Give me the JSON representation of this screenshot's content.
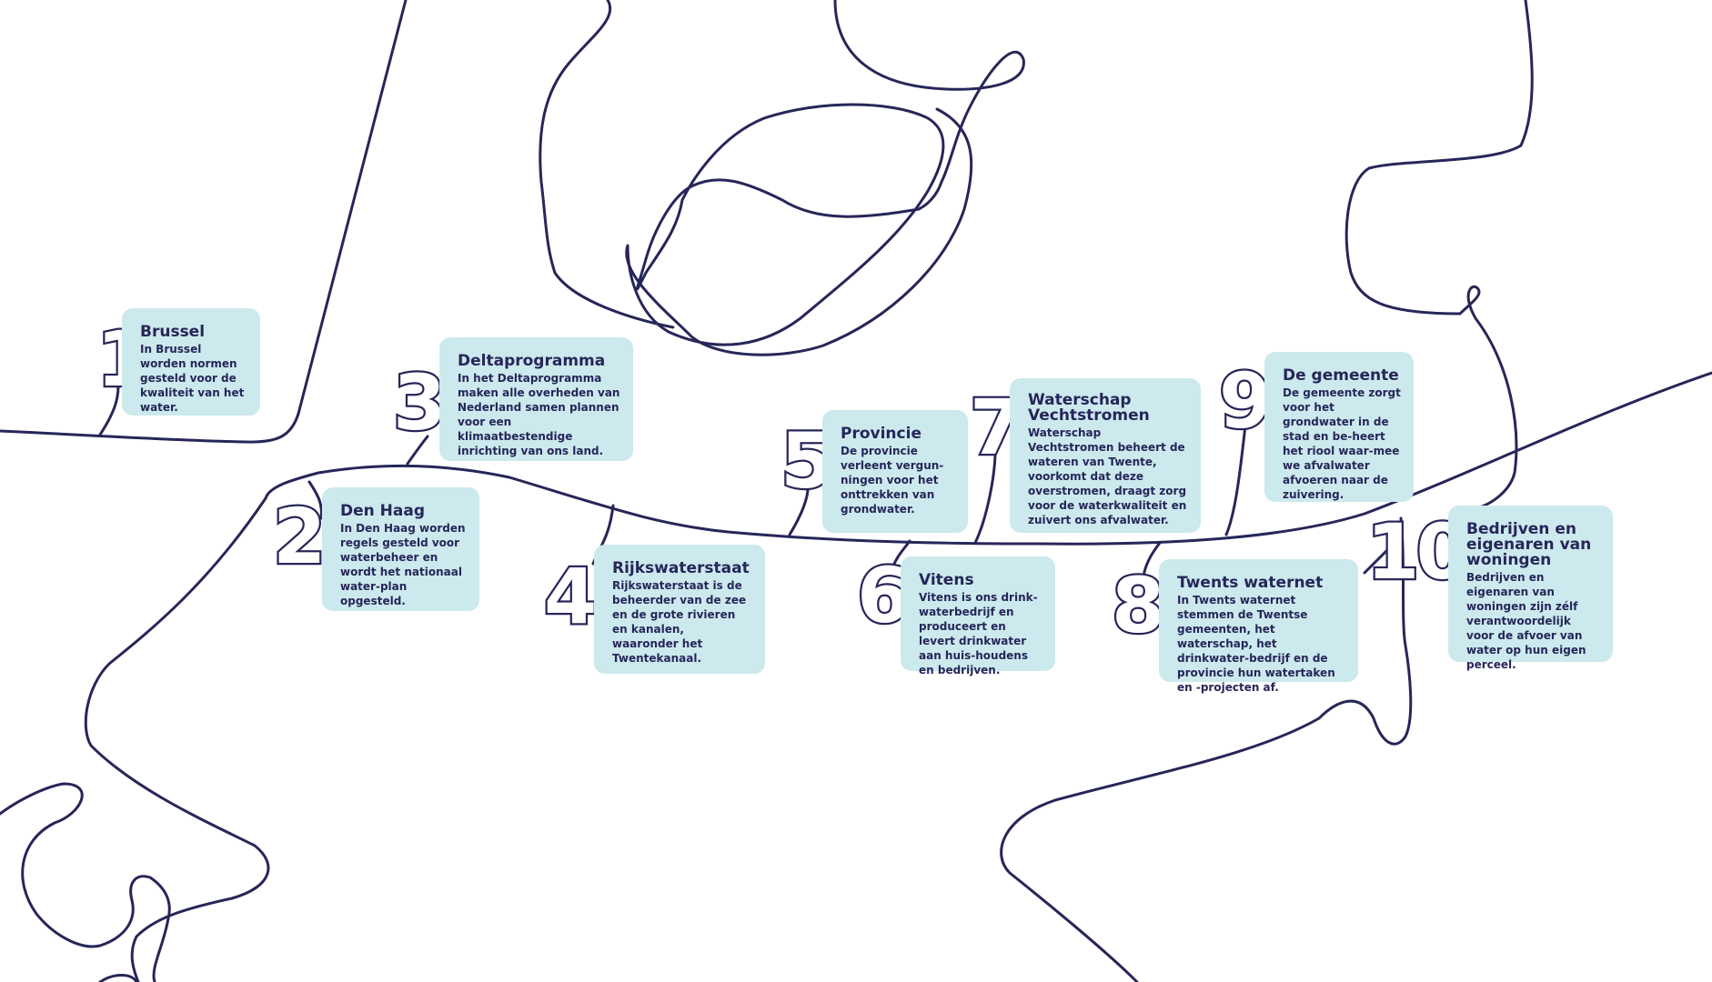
{
  "steps": [
    {
      "number": "1",
      "title": "Brussel",
      "text": "In Brussel worden normen gesteld voor de kwaliteit van het water."
    },
    {
      "number": "2",
      "title": "Den Haag",
      "text": "In Den Haag worden regels gesteld voor waterbeheer en wordt het nationaal water-plan opgesteld."
    },
    {
      "number": "3",
      "title": "Deltaprogramma",
      "text": "In het Deltaprogramma maken alle overheden van Nederland samen plannen voor een klimaatbestendige inrichting van ons land."
    },
    {
      "number": "4",
      "title": "Rijkswaterstaat",
      "text": "Rijkswaterstaat is de beheerder van de zee en de grote rivieren en kanalen, waaronder het Twentekanaal."
    },
    {
      "number": "5",
      "title": "Provincie",
      "text": "De provincie verleent vergun-ningen voor het onttrekken van grondwater."
    },
    {
      "number": "6",
      "title": "Vitens",
      "text": "Vitens is ons drink-waterbedrijf en produceert en levert drinkwater aan huis-houdens en bedrijven."
    },
    {
      "number": "7",
      "title": "Waterschap Vechtstromen",
      "text": "Waterschap Vechtstromen beheert de wateren van Twente, voorkomt dat deze overstromen, draagt zorg voor de waterkwaliteit en zuivert ons afvalwater."
    },
    {
      "number": "8",
      "title": "Twents waternet",
      "text": "In Twents waternet stemmen de Twentse gemeenten, het waterschap, het drinkwater-bedrijf en de provincie hun watertaken en -projecten af."
    },
    {
      "number": "9",
      "title": "De gemeente",
      "text": "De gemeente zorgt voor het grondwater in de stad en be-heert het riool waar-mee we afvalwater afvoeren naar de zuivering."
    },
    {
      "number": "10",
      "title": "Bedrijven en eigenaren van woningen",
      "text": "Bedrijven en eigenaren van woningen zijn zélf verantwoordelijk voor de afvoer van water op hun eigen perceel."
    }
  ],
  "colors": {
    "line": "#262659",
    "card": "#cce9ed",
    "background": "#ffffff"
  }
}
